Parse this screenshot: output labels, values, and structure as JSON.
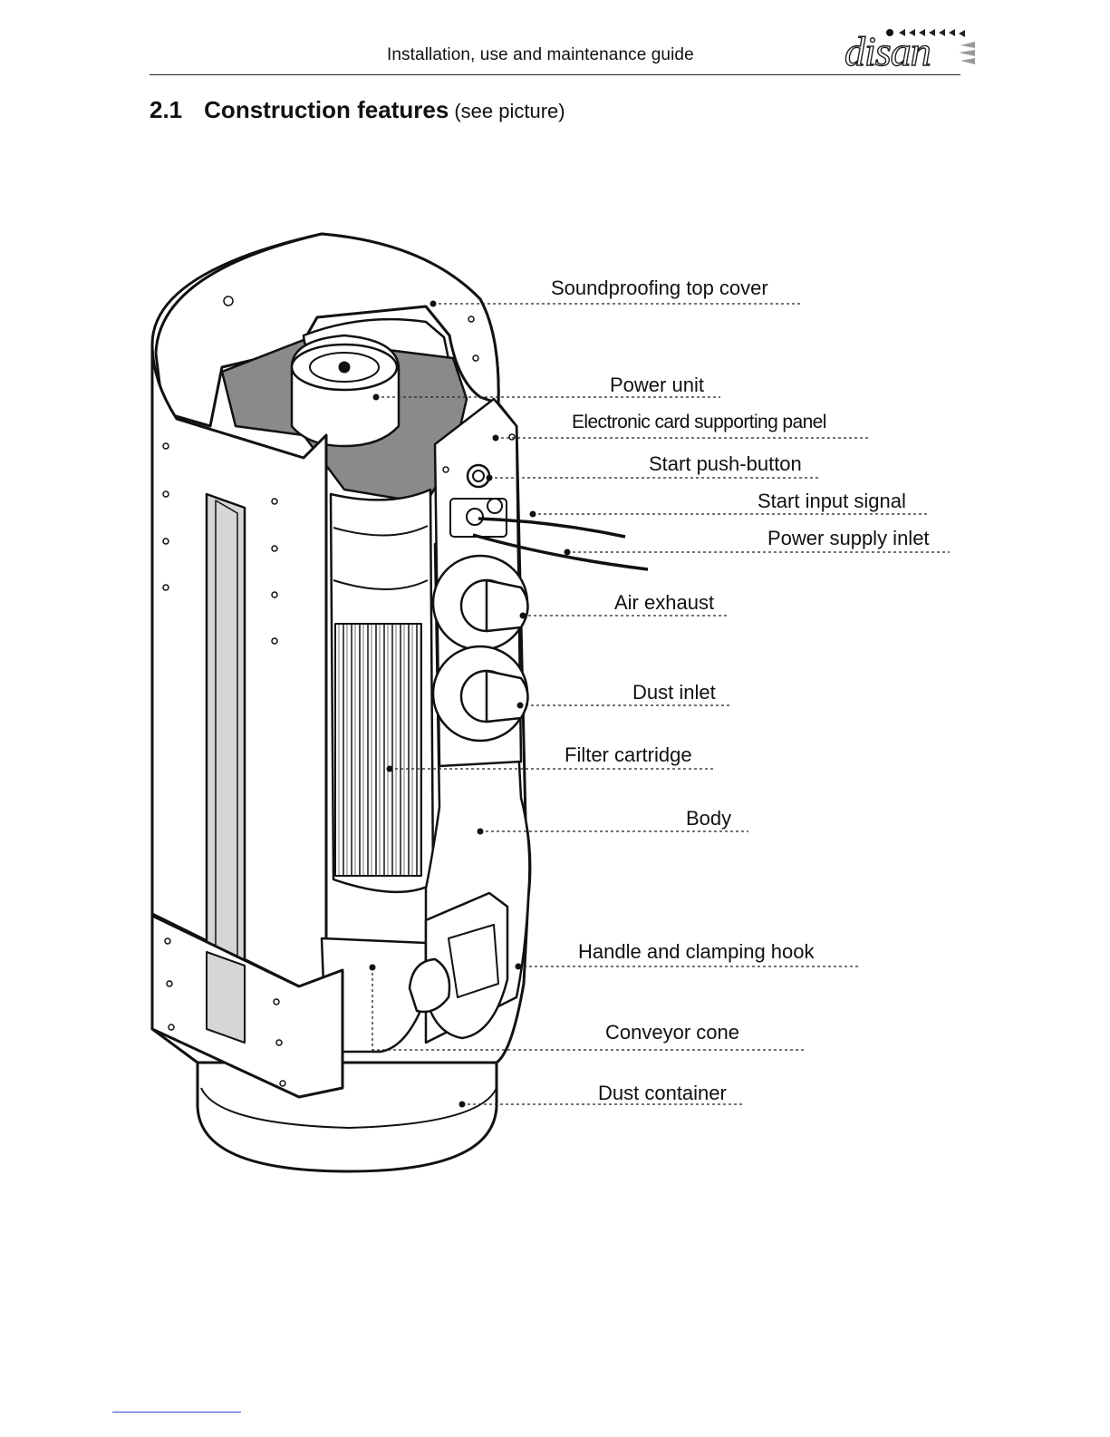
{
  "header": {
    "title": "Installation, use and maintenance guide",
    "logo_text": "disan"
  },
  "section": {
    "number": "2.1",
    "title": "Construction features",
    "note": "(see picture)"
  },
  "labels": {
    "top_cover": "Soundproofing top cover",
    "power_unit": "Power unit",
    "electronic_panel": "Electronic card supporting panel",
    "start_button": "Start push-button",
    "start_signal": "Start input signal",
    "power_inlet": "Power supply inlet",
    "air_exhaust": "Air exhaust",
    "dust_inlet": "Dust inlet",
    "filter": "Filter cartridge",
    "body": "Body",
    "handle": "Handle and clamping hook",
    "conveyor": "Conveyor cone",
    "dust_container": "Dust container"
  }
}
